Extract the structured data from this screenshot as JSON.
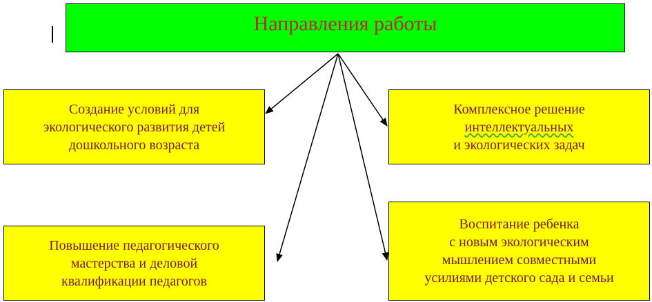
{
  "diagram": {
    "title": "Направления работы",
    "boxes": {
      "top_left": {
        "lines": [
          "Создание условий для",
          "экологического развития детей",
          "дошкольного возраста"
        ]
      },
      "top_right": {
        "lines": [
          "Комплексное решение",
          "интеллектуальных",
          "и экологических задач"
        ]
      },
      "bottom_left": {
        "lines": [
          "Повышение педагогического",
          "мастерства и деловой",
          "квалификации педагогов"
        ]
      },
      "bottom_right": {
        "lines": [
          "Воспитание ребенка",
          "с новым экологическим",
          "мышлением совместными",
          "усилиями детского сада и семьи"
        ]
      }
    },
    "colors": {
      "title_fill": "#00ff00",
      "box_fill": "#ffff00",
      "title_text": "#c0243c",
      "box_text": "#7a1a35",
      "arrow": "#000000"
    }
  }
}
